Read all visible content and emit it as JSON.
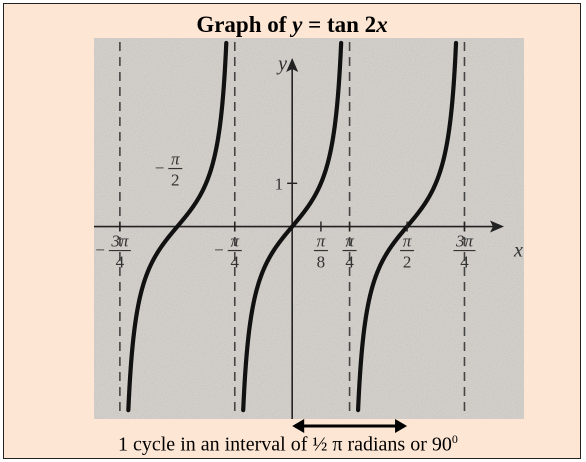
{
  "chart_data": {
    "type": "line",
    "title_prefix": "Graph of ",
    "title_var": "y",
    "title_eq": " = tan 2",
    "title_var2": "x",
    "xlabel": "x",
    "ylabel": "y",
    "y_tick_label": "1",
    "y_tick_value": 1,
    "function": "y = tan 2x",
    "xlim": [
      -2.71,
      3.17
    ],
    "ylim": [
      -4.45,
      4.36
    ],
    "asymptotes": [
      -2.356,
      -0.785,
      0.785,
      2.356
    ],
    "period": 1.5708,
    "x_ticks": [
      {
        "value": -2.356,
        "sign": "−",
        "num": "3π",
        "den": "4"
      },
      {
        "value": -0.785,
        "sign": "−",
        "num": "π",
        "den": "4"
      },
      {
        "value": 0.393,
        "sign": "",
        "num": "π",
        "den": "8"
      },
      {
        "value": 0.785,
        "sign": "",
        "num": "π",
        "den": "4"
      },
      {
        "value": 1.571,
        "sign": "",
        "num": "π",
        "den": "2"
      },
      {
        "value": 2.356,
        "sign": "",
        "num": "3π",
        "den": "4"
      }
    ],
    "upper_tick": {
      "value": -1.571,
      "sign": "−",
      "num": "π",
      "den": "2"
    },
    "interval_arrow": [
      0.0,
      1.571
    ],
    "colors": {
      "background": "#fde6d3",
      "curve": "#111111",
      "axis": "#222222",
      "asymptote": "#444444",
      "plot_area": "#d8d4cf"
    }
  },
  "caption_main": "1 cycle in an interval of ½ π radians or 90",
  "caption_sup": "0"
}
